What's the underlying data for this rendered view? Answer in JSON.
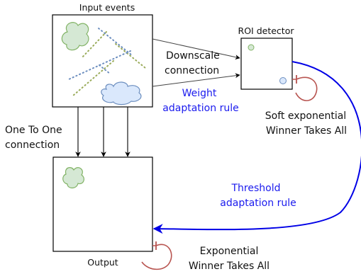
{
  "labels": {
    "input_events": "Input events",
    "roi_detector": "ROI detector",
    "downscale_line1": "Downscale",
    "downscale_line2": "connection",
    "weight_line1": "Weight",
    "weight_line2": "adaptation rule",
    "soft_wta_line1": "Soft exponential",
    "soft_wta_line2": "Winner Takes All",
    "one_to_one_line1": "One To One",
    "one_to_one_line2": "connection",
    "threshold_line1": "Threshold",
    "threshold_line2": "adaptation rule",
    "output": "Output",
    "exp_wta_line1": "Exponential",
    "exp_wta_line2": "Winner Takes All"
  },
  "colors": {
    "box_stroke": "#000000",
    "blue_arrow": "#0000e6",
    "red_inhibit": "#b85450",
    "cloud_green_fill": "#d5e8d4",
    "cloud_green_stroke": "#82b366",
    "cloud_blue_fill": "#dae8fc",
    "cloud_blue_stroke": "#6c8ebf",
    "blue_text": "#1a1aee"
  }
}
